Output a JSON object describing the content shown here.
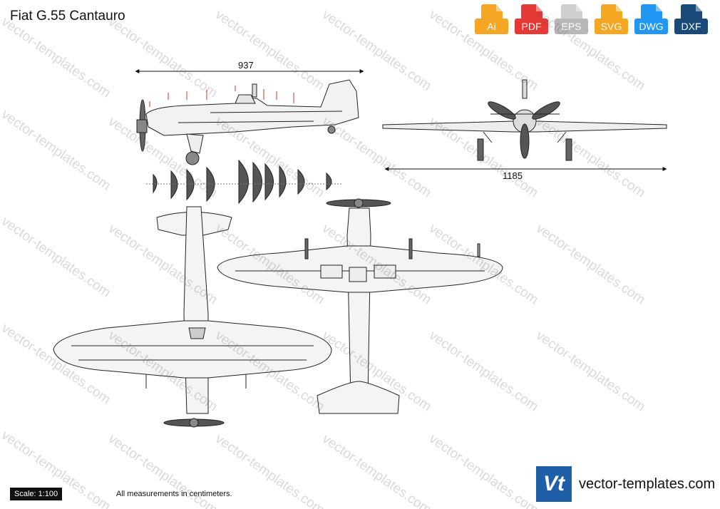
{
  "title": "Fiat G.55 Cantauro",
  "formats": [
    {
      "label": "Ai",
      "color": "#f5a623",
      "icon": "ai-file-icon"
    },
    {
      "label": "PDF",
      "color": "#e53935",
      "icon": "pdf-file-icon"
    },
    {
      "label": "EPS",
      "color": "#b8b8b8",
      "icon": "eps-file-icon"
    },
    {
      "label": "SVG",
      "color": "#f5a623",
      "icon": "svg-file-icon"
    },
    {
      "label": "DWG",
      "color": "#2196f3",
      "icon": "dwg-file-icon"
    },
    {
      "label": "DXF",
      "color": "#1a4a7a",
      "icon": "dxf-file-icon"
    }
  ],
  "dimensions": {
    "length": "937",
    "wingspan": "1185"
  },
  "scale": "Scale: 1:100",
  "note": "All measurements in centimeters.",
  "brand": {
    "logo": "Vt",
    "name": "vector-templates.com"
  },
  "watermark": "vector-templates.com"
}
